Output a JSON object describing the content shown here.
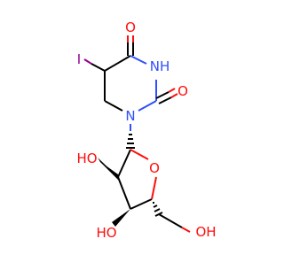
{
  "molecule": {
    "atoms": {
      "O_upper": "O",
      "NH": "NH",
      "O_right": "O",
      "I": "I",
      "N": "N",
      "HO_left": "HO",
      "O_ring": "O",
      "HO_bottom": "HO",
      "OH": "OH"
    }
  },
  "colors": {
    "carbon_bond": "#000000",
    "oxygen": "#ff0d0d",
    "nitrogen": "#3050f8",
    "iodine": "#940094"
  }
}
